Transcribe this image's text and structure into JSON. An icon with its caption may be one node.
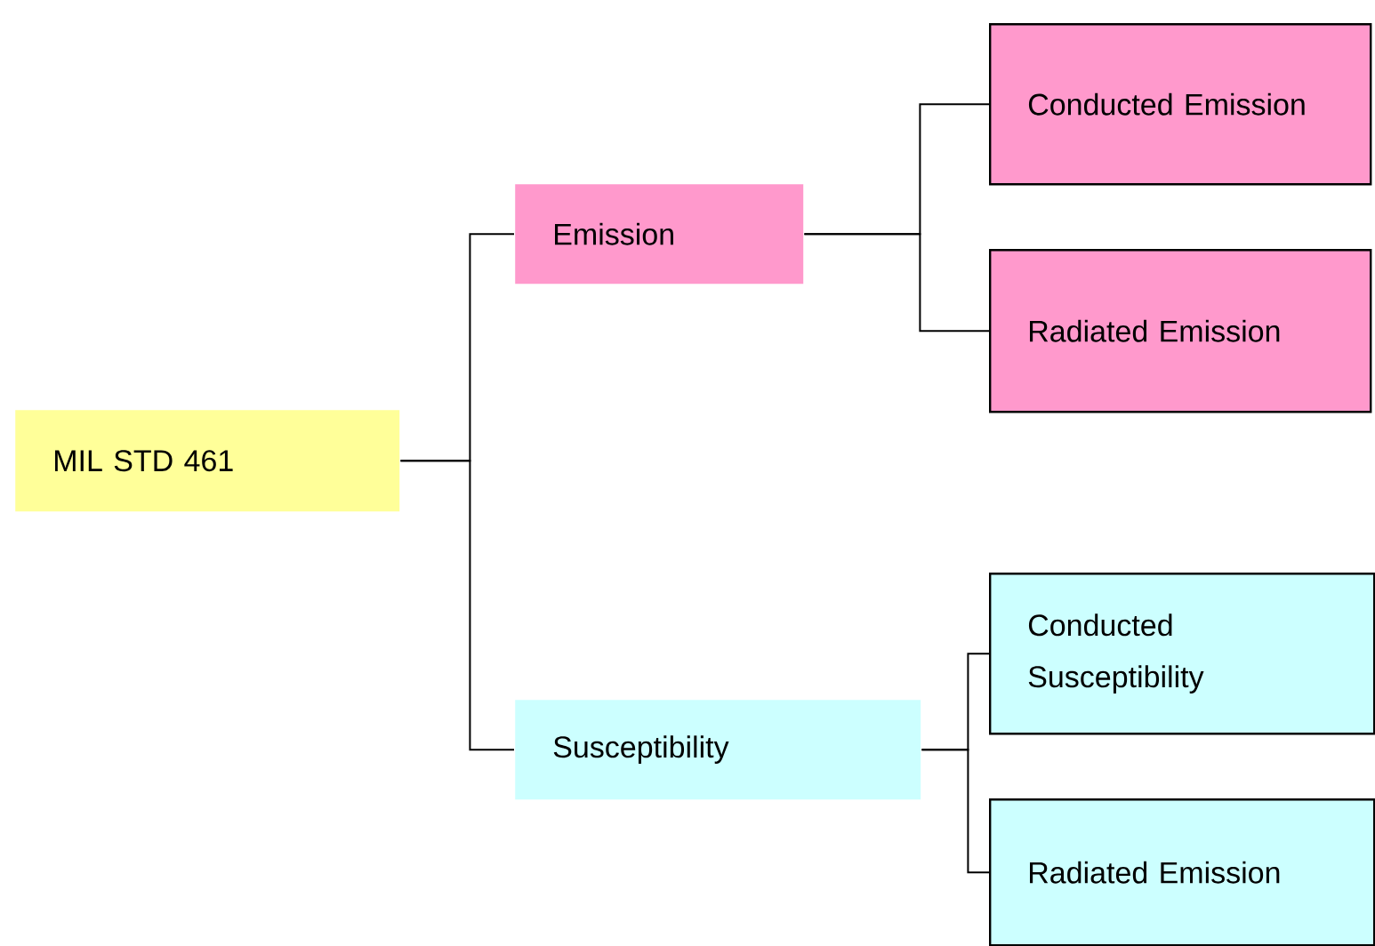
{
  "diagram": {
    "nodes": [
      {
        "text": [
          "MIL STD 461"
        ]
      },
      {
        "text": [
          "Emission"
        ]
      },
      {
        "text": [
          "Susceptibility"
        ]
      },
      {
        "text": [
          "Conducted Emission"
        ]
      },
      {
        "text": [
          "Radiated Emission"
        ]
      },
      {
        "text": [
          "Conducted Susceptibility"
        ]
      },
      {
        "text": [
          "Radiated Emission"
        ]
      }
    ],
    "edges": [
      {
        "from": 0,
        "to": 1,
        "arrow": "none"
      },
      {
        "from": 0,
        "to": 2,
        "arrow": "none"
      },
      {
        "from": 1,
        "to": 3,
        "arrow": "none"
      },
      {
        "from": 1,
        "to": 4,
        "arrow": "none"
      },
      {
        "from": 2,
        "to": 5,
        "arrow": "none"
      },
      {
        "from": 2,
        "to": 6,
        "arrow": "none"
      }
    ]
  }
}
